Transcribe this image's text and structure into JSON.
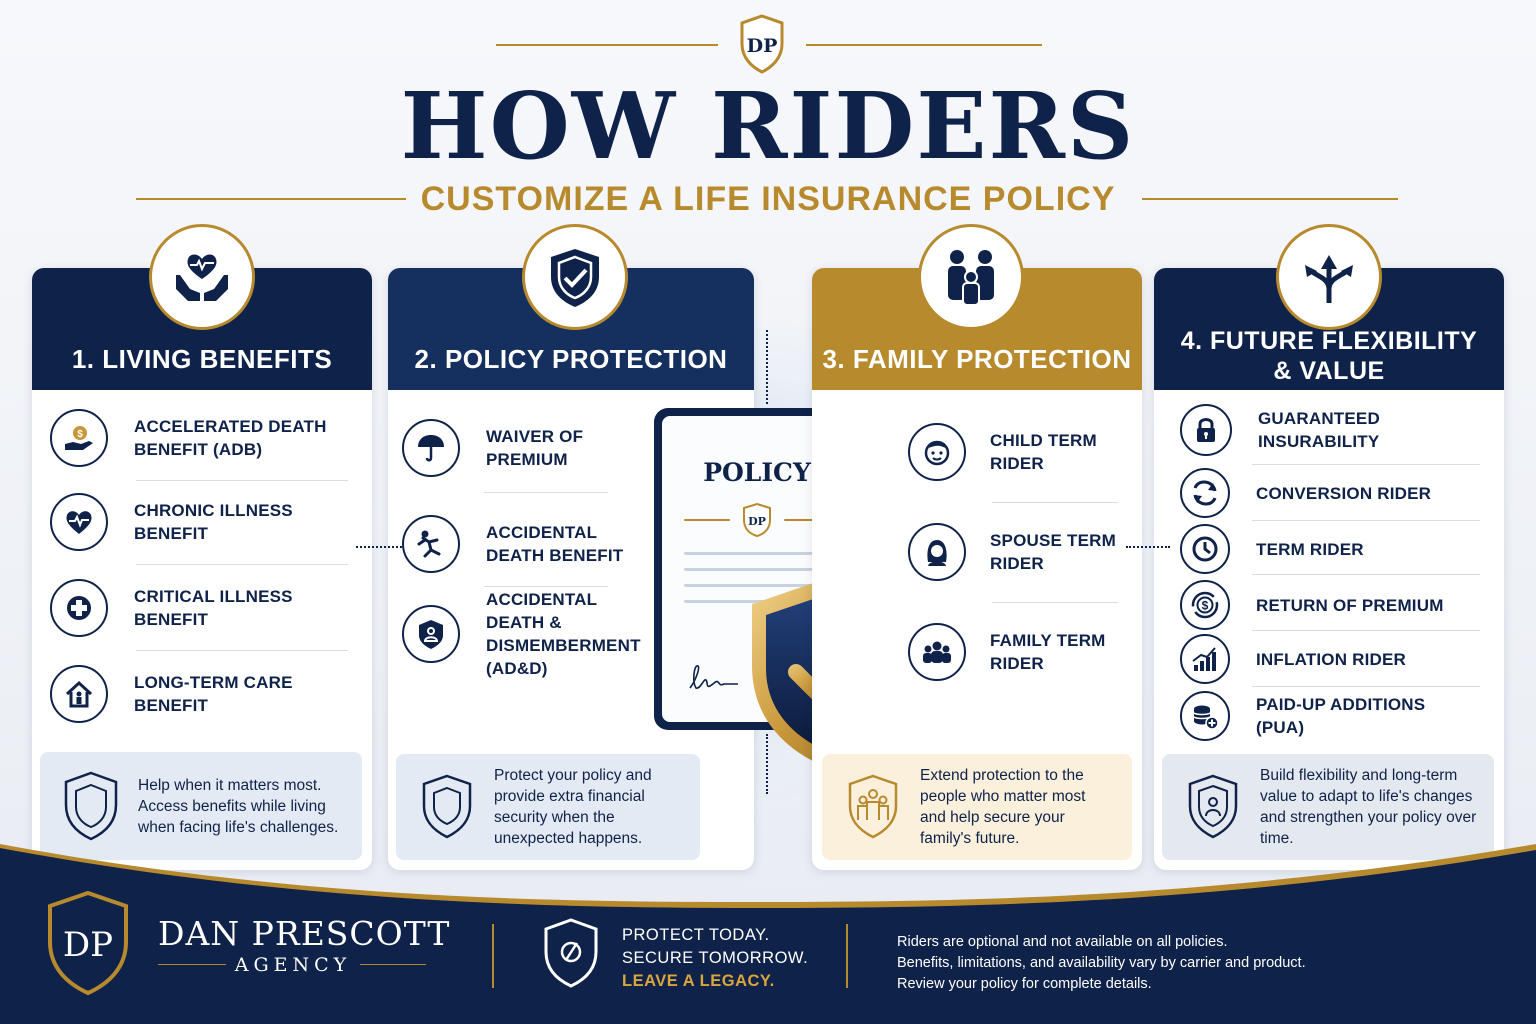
{
  "header": {
    "crest_monogram": "DP",
    "title": "HOW RIDERS",
    "subtitle": "CUSTOMIZE A LIFE INSURANCE POLICY"
  },
  "cards": [
    {
      "title": "1. LIVING BENEFITS",
      "icon": "heart-hands-icon",
      "items": [
        {
          "label": "ACCELERATED DEATH BENEFIT (ADB)",
          "icon": "coin-hand-icon"
        },
        {
          "label": "CHRONIC ILLNESS BENEFIT",
          "icon": "heart-pulse-icon"
        },
        {
          "label": "CRITICAL ILLNESS BENEFIT",
          "icon": "medical-cross-icon"
        },
        {
          "label": "LONG-TERM CARE BENEFIT",
          "icon": "house-person-icon"
        }
      ],
      "info": "Help when it matters most. Access benefits while living when facing life's challenges."
    },
    {
      "title": "2. POLICY PROTECTION",
      "icon": "shield-check-icon",
      "items": [
        {
          "label": "WAIVER OF PREMIUM",
          "icon": "umbrella-icon"
        },
        {
          "label": "ACCIDENTAL DEATH BENEFIT",
          "icon": "falling-person-icon"
        },
        {
          "label": "ACCIDENTAL DEATH & DISMEMBERMENT (AD&D)",
          "icon": "shield-person-icon"
        }
      ],
      "info": "Protect your policy and provide extra financial security when the unexpected happens."
    },
    {
      "title": "3. FAMILY PROTECTION",
      "icon": "family-icon",
      "items": [
        {
          "label": "CHILD TERM RIDER",
          "icon": "child-face-icon"
        },
        {
          "label": "SPOUSE TERM RIDER",
          "icon": "woman-icon"
        },
        {
          "label": "FAMILY TERM RIDER",
          "icon": "group-icon"
        }
      ],
      "info": "Extend protection to the people who matter most and help secure your family's future."
    },
    {
      "title": "4. FUTURE FLEXIBILITY & VALUE",
      "icon": "branching-arrows-icon",
      "items": [
        {
          "label": "GUARANTEED INSURABILITY",
          "icon": "lock-icon"
        },
        {
          "label": "CONVERSION RIDER",
          "icon": "refresh-icon"
        },
        {
          "label": "TERM RIDER",
          "icon": "clock-icon"
        },
        {
          "label": "RETURN OF PREMIUM",
          "icon": "dollar-cycle-icon"
        },
        {
          "label": "INFLATION RIDER",
          "icon": "bar-chart-icon"
        },
        {
          "label": "PAID-UP ADDITIONS (PUA)",
          "icon": "coins-plus-icon"
        }
      ],
      "info": "Build flexibility and long-term value to adapt to life's changes and strengthen your policy over time."
    }
  ],
  "policy": {
    "title": "POLICY",
    "monogram": "DP"
  },
  "footer": {
    "monogram": "DP",
    "brand": "DAN PRESCOTT",
    "agency": "AGENCY",
    "slogan_line1": "PROTECT TODAY.",
    "slogan_line2": "SECURE TOMORROW.",
    "slogan_line3": "LEAVE A LEGACY.",
    "disclaimer_line1": "Riders are optional and not available on all policies.",
    "disclaimer_line2": "Benefits, limitations, and availability vary by carrier and product.",
    "disclaimer_line3": "Review your policy for complete details."
  },
  "colors": {
    "navy": "#0f2249",
    "blue": "#15305e",
    "gold": "#b88a2e",
    "light_blue": "#e4eaf4",
    "light_gold": "#fbf0dc"
  }
}
